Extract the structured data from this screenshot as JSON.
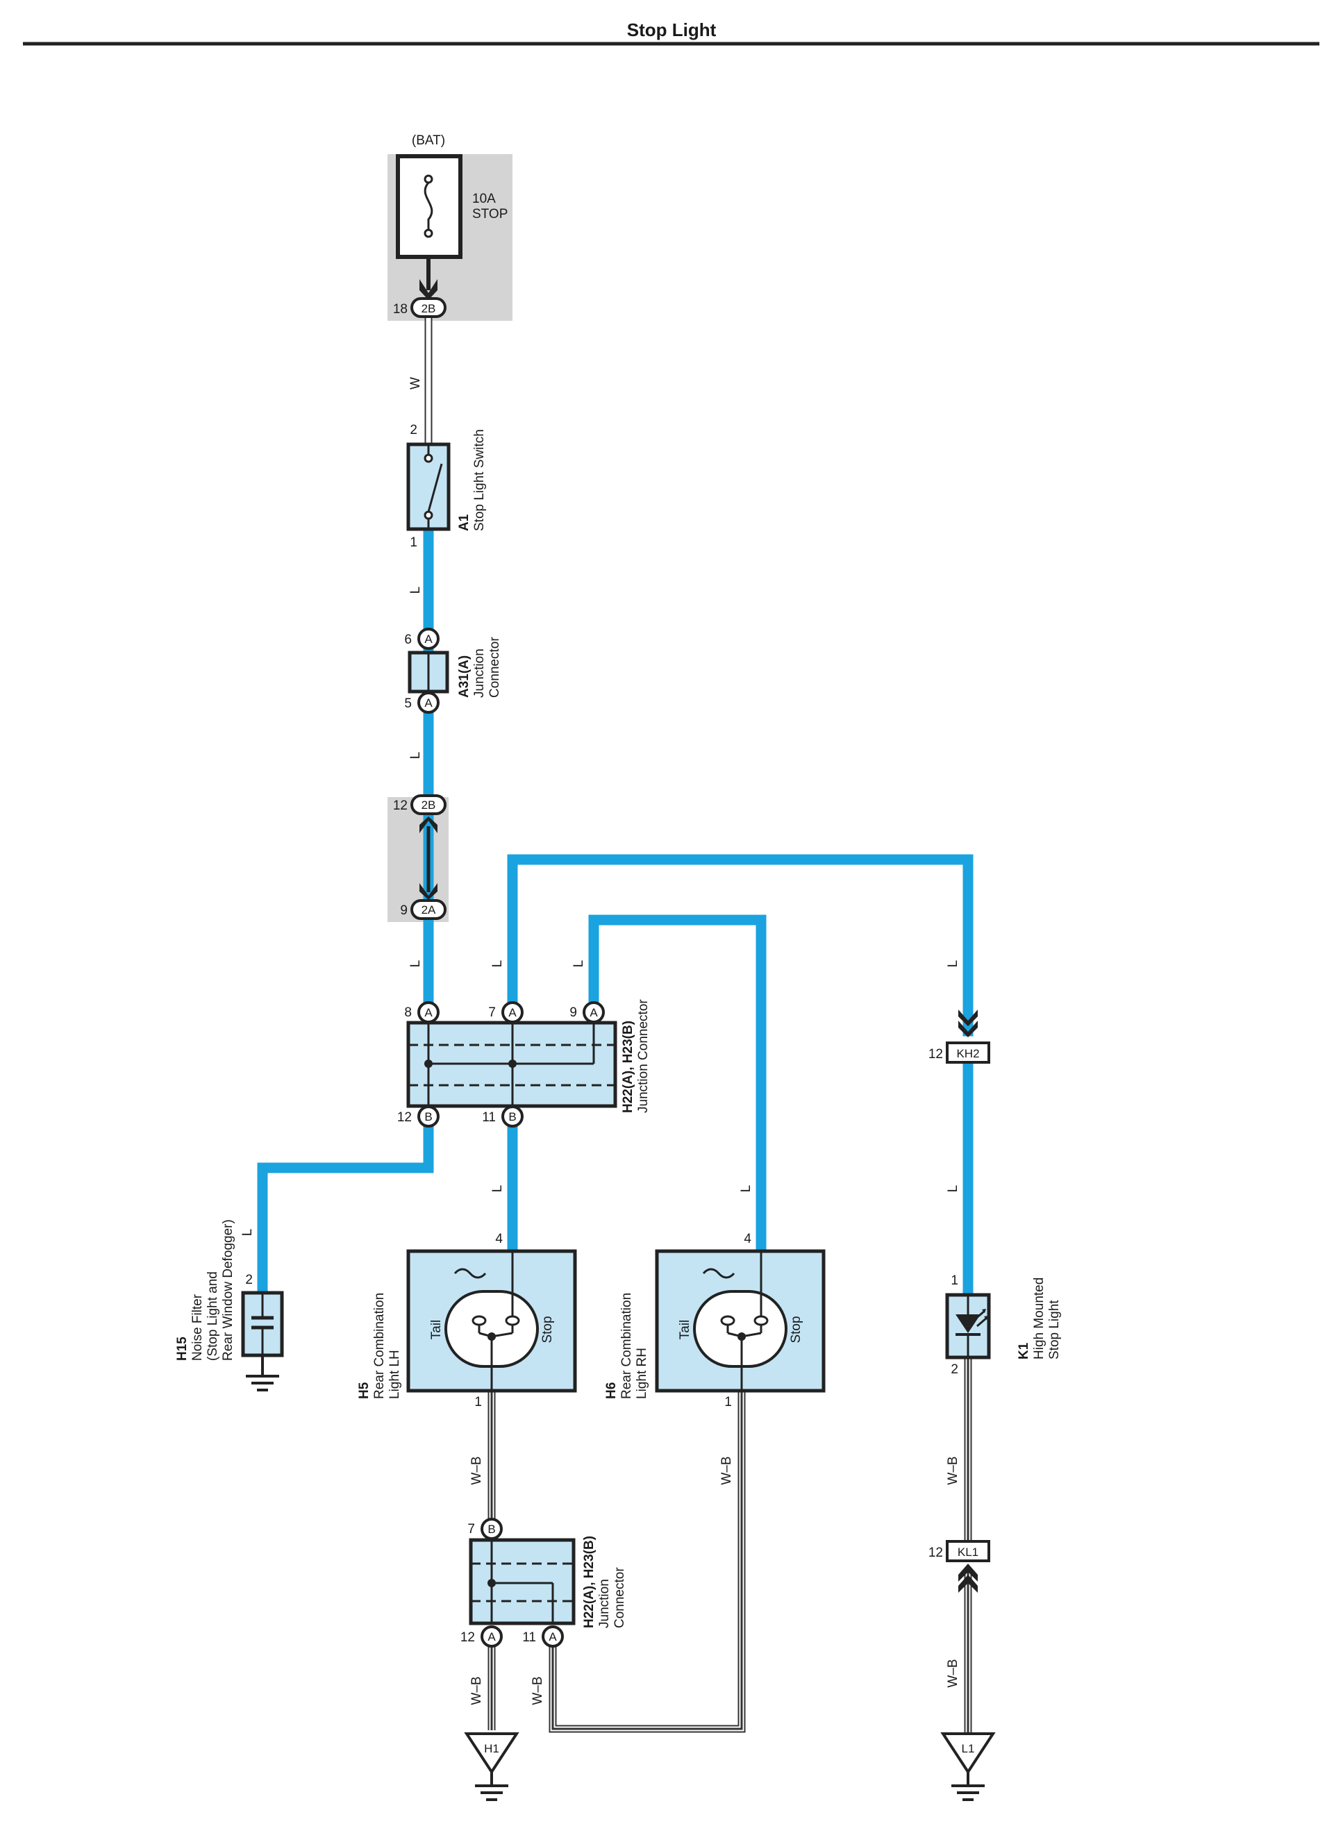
{
  "title": "Stop Light",
  "fuse": {
    "source": "(BAT)",
    "rating": "10A",
    "name": "STOP"
  },
  "wire_colors": {
    "L": "#1aa3df",
    "W": "#ffffff",
    "WB": "#333333"
  },
  "wire_labels": {
    "w": "W",
    "l": "L",
    "wb": "W–B"
  },
  "connectors": {
    "c18": {
      "pin": "18",
      "code": "2B"
    },
    "c12top": {
      "pin": "12",
      "code": "2B"
    },
    "c9": {
      "pin": "9",
      "code": "2A"
    },
    "kh2": {
      "pin": "12",
      "code": "KH2"
    },
    "kl1": {
      "pin": "12",
      "code": "KL1"
    }
  },
  "components": {
    "a1": {
      "code": "A1",
      "name": "Stop Light Switch",
      "pin_top": "2",
      "pin_bottom": "1"
    },
    "a31": {
      "code": "A31(A)",
      "line1": "Junction",
      "line2": "Connector",
      "pin_top": "6",
      "pin_bottom": "5",
      "letter": "A"
    },
    "h22_main": {
      "code": "H22(A), H23(B)",
      "name": "Junction Connector",
      "pins_top": [
        "8",
        "7",
        "9"
      ],
      "pins_top_letter": "A",
      "pins_bottom": [
        "12",
        "11"
      ],
      "pins_bottom_letter": "B"
    },
    "h22_lower": {
      "code": "H22(A), H23(B)",
      "line1": "Junction",
      "line2": "Connector",
      "pin_top": "7",
      "pin_top_letter": "B",
      "pins_bottom": [
        "12",
        "11"
      ],
      "pins_bottom_letter": "A"
    },
    "h15": {
      "code": "H15",
      "line1": "Noise Filter",
      "line2": "(Stop Light and",
      "line3": "Rear Window Defogger)",
      "pin": "2"
    },
    "h5": {
      "code": "H5",
      "line1": "Rear Combination",
      "line2": "Light LH",
      "tail": "Tail",
      "stop": "Stop",
      "pin_top": "4",
      "pin_bottom": "1"
    },
    "h6": {
      "code": "H6",
      "line1": "Rear Combination",
      "line2": "Light RH",
      "tail": "Tail",
      "stop": "Stop",
      "pin_top": "4",
      "pin_bottom": "1"
    },
    "k1": {
      "code": "K1",
      "line1": "High Mounted",
      "line2": "Stop Light",
      "pin_top": "1",
      "pin_bottom": "2"
    }
  },
  "grounds": {
    "h1": "H1",
    "l1": "L1"
  }
}
